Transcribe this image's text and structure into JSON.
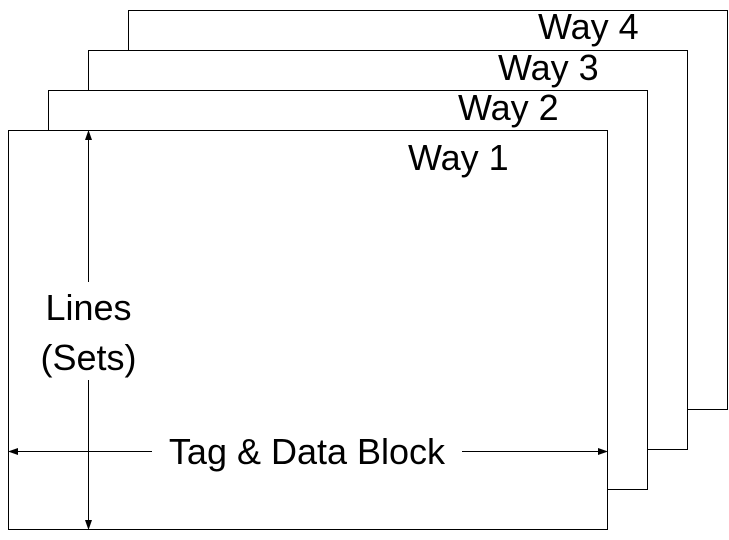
{
  "ways": [
    {
      "label": "Way 4"
    },
    {
      "label": "Way 3"
    },
    {
      "label": "Way 2"
    },
    {
      "label": "Way 1"
    }
  ],
  "vertical_axis": {
    "line1": "Lines",
    "line2": "(Sets)"
  },
  "horizontal_axis": {
    "label": "Tag & Data Block"
  }
}
